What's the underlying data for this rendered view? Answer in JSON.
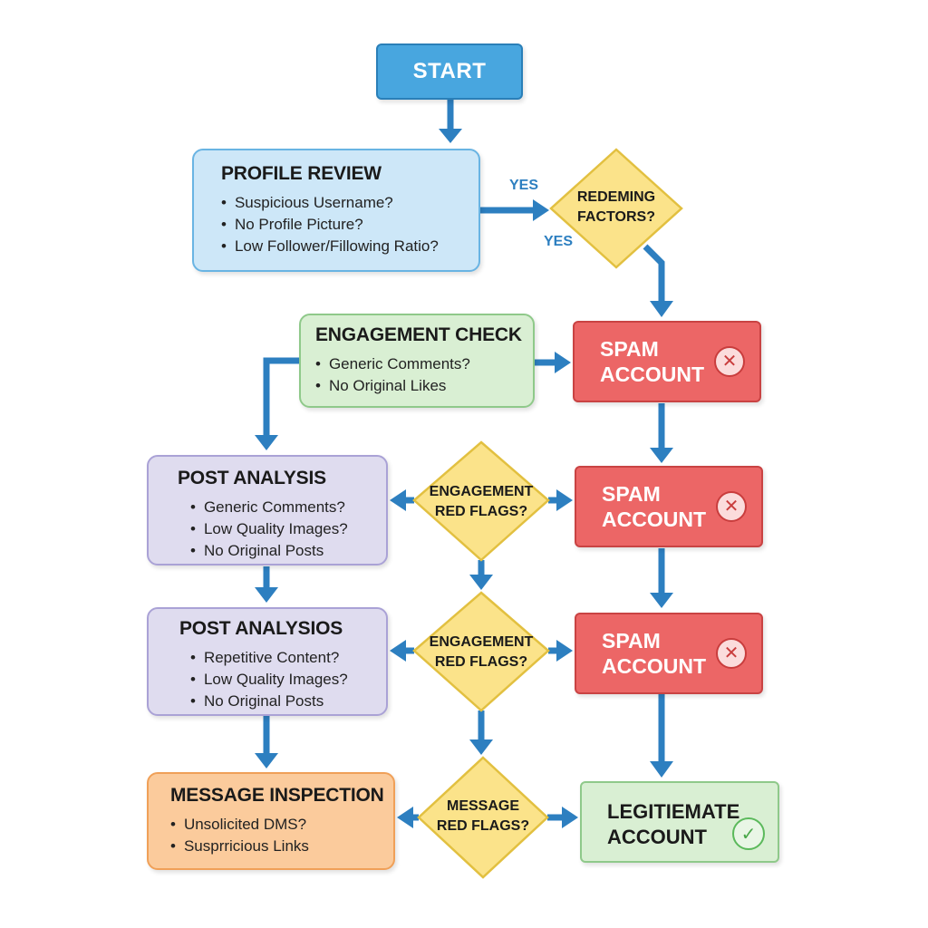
{
  "start": {
    "label": "START"
  },
  "profile_review": {
    "title": "PROFILE REVIEW",
    "items": [
      "Suspicious Username?",
      "No Profile Picture?",
      "Low Follower/Fillowing Ratio?"
    ]
  },
  "redeeming": {
    "line1": "REDEMING",
    "line2": "FACTORS?"
  },
  "edge_labels": {
    "yes_top": "YES",
    "yes_bottom": "YES"
  },
  "engagement_check": {
    "title": "ENGAGEMENT CHECK",
    "items": [
      "Generic Comments?",
      "No Original Likes"
    ]
  },
  "post_analysis_1": {
    "title": "POST ANALYSIS",
    "items": [
      "Generic Comments?",
      "Low Quality Images?",
      "No Original Posts"
    ]
  },
  "post_analysis_2": {
    "title": "POST ANALYSIOS",
    "items": [
      "Repetitive Content?",
      "Low Quality Images?",
      "No Original Posts"
    ]
  },
  "message_inspection": {
    "title": "MESSAGE INSPECTION",
    "items": [
      "Unsolicited DMS?",
      "Susprricious Links"
    ]
  },
  "diamond_engagement_1": {
    "line1": "ENGAGEMENT",
    "line2": "RED FLAGS?"
  },
  "diamond_engagement_2": {
    "line1": "ENGAGEMENT",
    "line2": "RED FLAGS?"
  },
  "diamond_message": {
    "line1": "MESSAGE",
    "line2": "RED FLAGS?"
  },
  "spam_1": {
    "line1": "SPAM",
    "line2": "ACCOUNT"
  },
  "spam_2": {
    "line1": "SPAM",
    "line2": "ACCOUNT"
  },
  "spam_3": {
    "line1": "SPAM",
    "line2": "ACCOUNT"
  },
  "legit": {
    "line1": "LEGITIEMATE",
    "line2": "ACCOUNT"
  },
  "colors": {
    "arrow": "#2d7fc0",
    "start": "#48a6df",
    "spam": "#ec6666",
    "diamond": "#fbe38a"
  }
}
